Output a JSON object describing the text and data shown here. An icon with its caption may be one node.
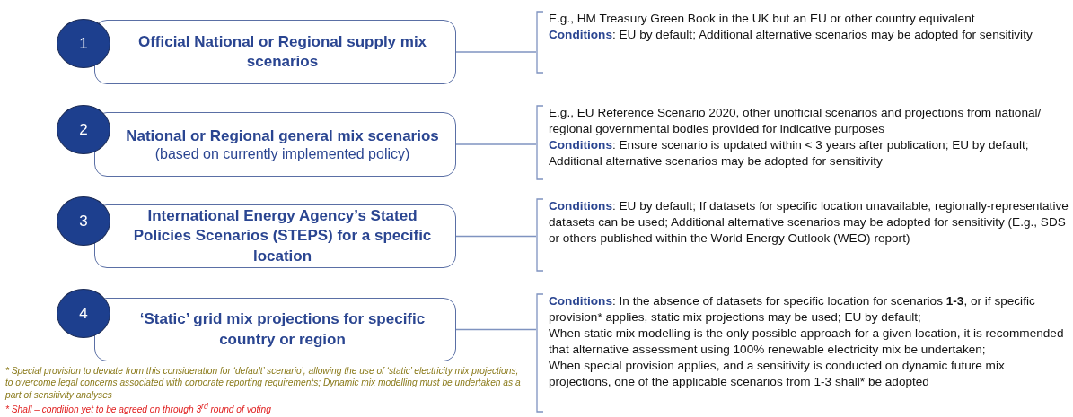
{
  "diagram": {
    "nodes": [
      {
        "text": [
          "1"
        ]
      },
      {
        "text": [
          "Official National or Regional supply mix scenarios"
        ]
      },
      {
        "text": [
          "E.g., HM Treasury Green Book in the UK but an EU or other country equivalent",
          "**Conditions**:  EU by default; Additional alternative scenarios may be adopted for sensitivity"
        ]
      },
      {
        "text": [
          "2"
        ]
      },
      {
        "text": [
          "National or Regional general mix scenarios",
          "(based on currently implemented policy)"
        ]
      },
      {
        "text": [
          "E.g., EU Reference Scenario 2020, other unofficial scenarios and projections from national/ regional governmental bodies provided for indicative purposes",
          "**Conditions**:  Ensure scenario is updated within < 3 years after publication; EU by default; Additional alternative scenarios may be adopted for sensitivity"
        ]
      },
      {
        "text": [
          "3"
        ]
      },
      {
        "text": [
          "International Energy Agency’s Stated Policies Scenarios (STEPS) for a specific location"
        ]
      },
      {
        "text": [
          "**Conditions**:  EU by default; If datasets for specific location unavailable, regionally-representative datasets can be used; Additional alternative scenarios may be adopted for sensitivity (E.g., SDS or others published within the World Energy Outlook (WEO) report)"
        ]
      },
      {
        "text": [
          "4"
        ]
      },
      {
        "text": [
          "‘Static’ grid mix projections for specific country or region"
        ]
      },
      {
        "text": [
          "**Conditions**:  In the absence of datasets for specific location for  scenarios **1-3**, or if specific provision* applies, static mix projections may be used; EU by default;",
          "When static mix modelling is the only possible approach for a given location, it is recommended that alternative assessment using 100% renewable electricity mix be undertaken;",
          "When special provision applies, and a sensitivity is conducted on dynamic future mix projections, one of the applicable scenarios from 1-3 shall* be adopted"
        ]
      }
    ],
    "edges": [
      {
        "from": 1,
        "to": 2,
        "arrow": "none"
      },
      {
        "from": 4,
        "to": 5,
        "arrow": "none"
      },
      {
        "from": 7,
        "to": 8,
        "arrow": "none"
      },
      {
        "from": 10,
        "to": 11,
        "arrow": "none"
      }
    ],
    "labels": [
      "* Special provision to deviate from this consideration for ‘default’ scenario’, allowing the use of ‘static’ electricity mix projections, to overcome legal concerns associated with corporate reporting requirements; Dynamic mix modelling must be undertaken as a part of sensitivity analyses",
      "* Shall – condition yet to be agreed on through 3$^{rd}$ round of voting"
    ]
  }
}
